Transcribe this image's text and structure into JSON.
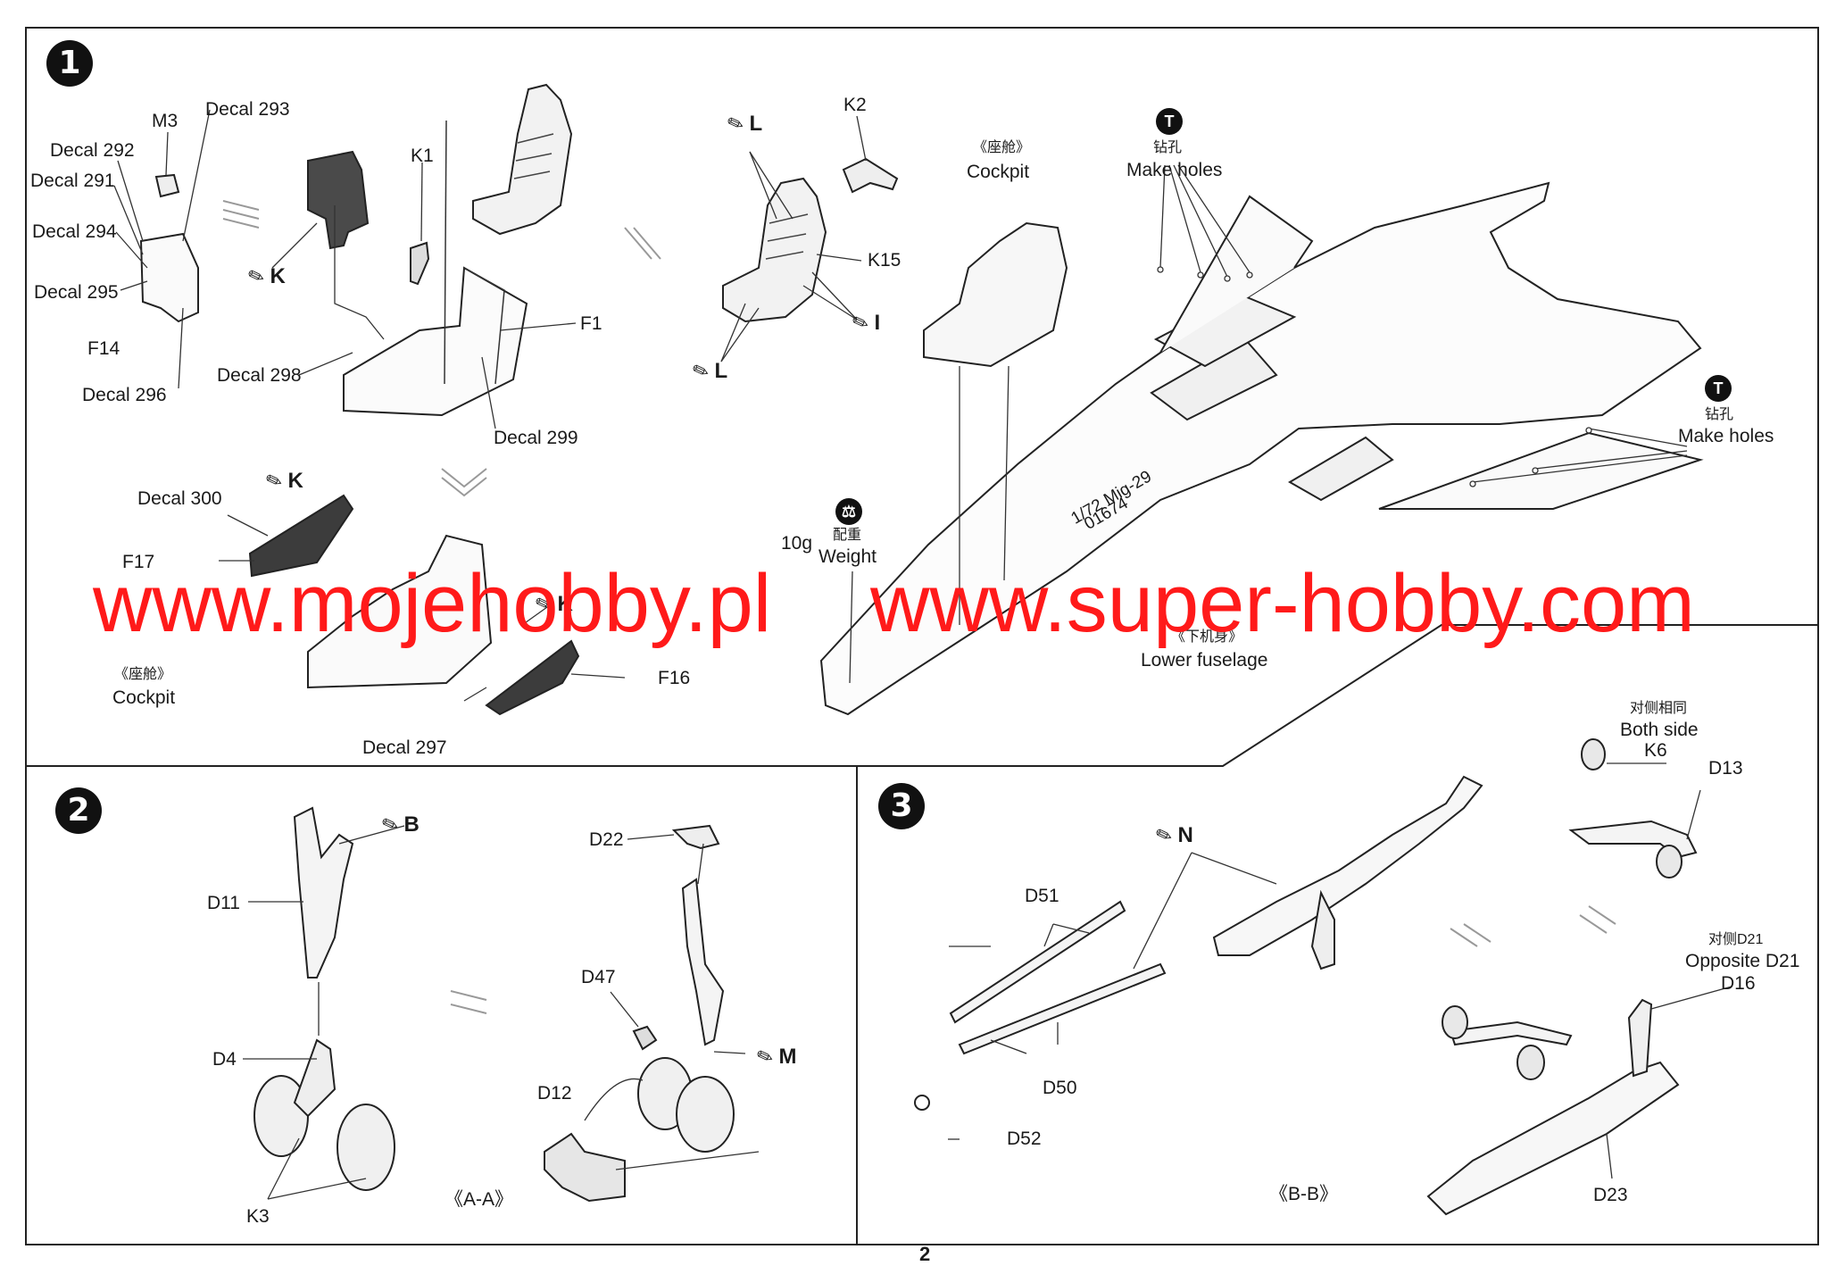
{
  "steps": {
    "s1": "1",
    "s2": "2",
    "s3": "3"
  },
  "drill_symbol": "T",
  "weight_icon": "weight-icon",
  "step1": {
    "decal_293": "Decal 293",
    "m3": "M3",
    "decal_292": "Decal 292",
    "decal_291": "Decal 291",
    "decal_294": "Decal 294",
    "decal_295": "Decal 295",
    "f14": "F14",
    "decal_296": "Decal 296",
    "k_paint_1": "K",
    "k1": "K1",
    "decal_298": "Decal 298",
    "f1": "F1",
    "decal_299": "Decal 299",
    "l_paint_top": "L",
    "k2": "K2",
    "k15": "K15",
    "i_paint": "I",
    "l_paint_bottom": "L",
    "cockpit_cn_top": "《座舱》",
    "cockpit_top": "Cockpit",
    "drill_cn_left": "钻孔",
    "make_holes_left": "Make holes",
    "drill_cn_right": "钻孔",
    "make_holes_right": "Make holes",
    "decal_300": "Decal 300",
    "k_paint_2": "K",
    "f17": "F17",
    "weight_amount": "10g",
    "weight_cn": "配重",
    "weight": "Weight",
    "k_paint_3": "K",
    "f16": "F16",
    "cockpit_cn_bottom": "《座舱》",
    "cockpit_bottom": "Cockpit",
    "decal_297": "Decal 297",
    "lower_fuselage_cn": "《下机身》",
    "lower_fuselage": "Lower fuselage",
    "fuselage_text_1": "1/72 Mig-29",
    "fuselage_text_2": "01674"
  },
  "step2": {
    "b_paint": "B",
    "d11": "D11",
    "d4": "D4",
    "k3": "K3",
    "aa": "《A-A》",
    "d22": "D22",
    "d47": "D47",
    "m_paint": "M",
    "d12": "D12"
  },
  "step3": {
    "both_side_cn": "对侧相同",
    "both_side": "Both side",
    "k6": "K6",
    "d13": "D13",
    "n_paint": "N",
    "d51": "D51",
    "d50": "D50",
    "d52": "D52",
    "bb": "《B-B》",
    "opposite_cn": "对侧D21",
    "opposite": "Opposite D21",
    "d16": "D16",
    "d23": "D23"
  },
  "watermark": {
    "left": "www.mojehobby.pl",
    "right": "www.super-hobby.com",
    "color": "#ff1a1a"
  },
  "page_number": "2"
}
